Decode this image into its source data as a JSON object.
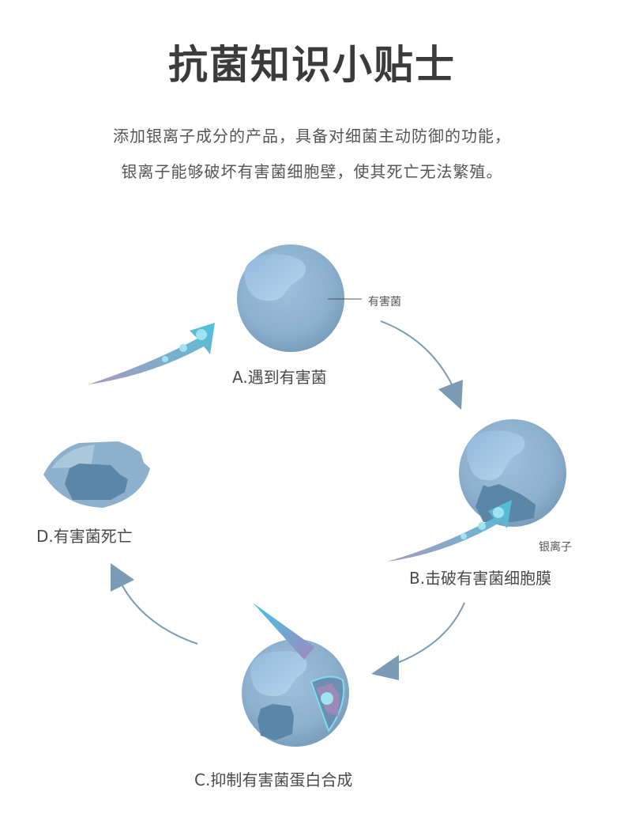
{
  "title": "抗菌知识小贴士",
  "intro": [
    "添加银离子成分的产品，具备对细菌主动防御的功能，",
    "银离子能够破坏有害菌细胞壁，使其死亡无法繁殖。"
  ],
  "steps": {
    "a": "A.遇到有害菌",
    "b": "B.击破有害菌细胞膜",
    "c": "C.抑制有害菌蛋白合成",
    "d": "D.有害菌死亡"
  },
  "callouts": {
    "bacteria": "有害菌",
    "silver_ion": "银离子"
  },
  "colors": {
    "sphere": "#8fb0cc",
    "core": "#5a86a8",
    "arrow": "#7a9bb3",
    "ion": "#5cc3da",
    "purple": "#9a8ab8"
  }
}
